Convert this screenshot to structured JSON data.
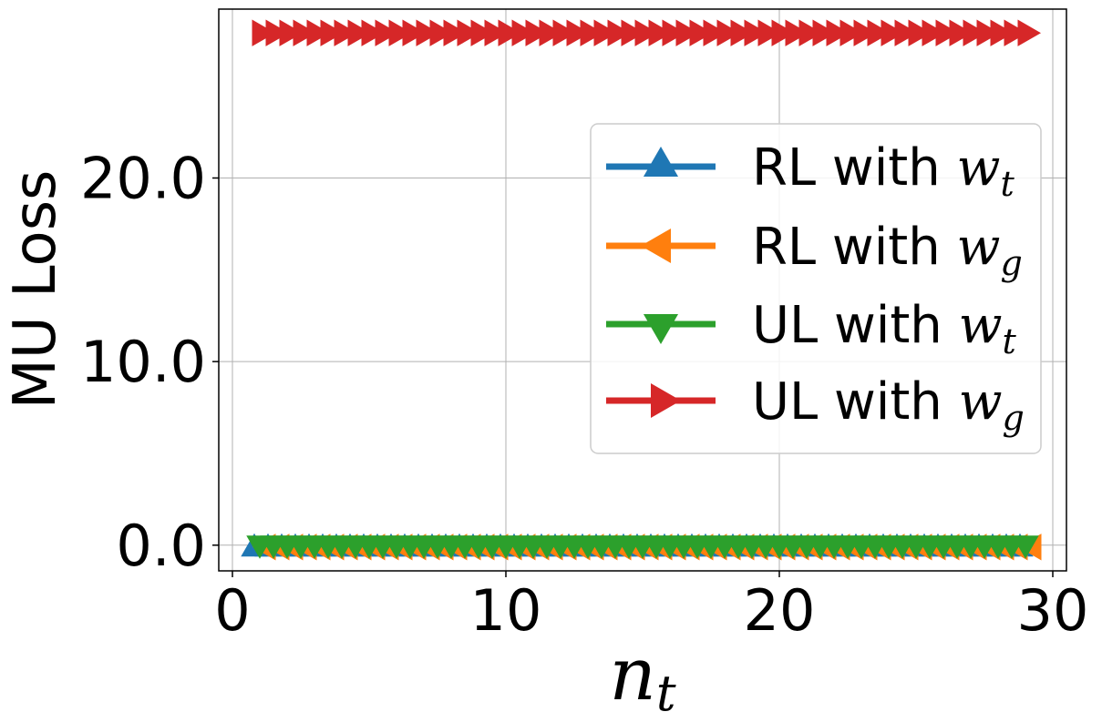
{
  "chart_data": {
    "type": "line",
    "title": "",
    "xlabel_base": "n",
    "xlabel_sub": "t",
    "ylabel": "MU Loss",
    "xlim": [
      -0.5,
      30.5
    ],
    "ylim": [
      -1.4,
      29.2
    ],
    "xticks": [
      0,
      10,
      20,
      30
    ],
    "xtick_labels": [
      "0",
      "10",
      "20",
      "30"
    ],
    "yticks": [
      0,
      10,
      20
    ],
    "ytick_labels": [
      "0.0",
      "10.0",
      "20.0"
    ],
    "grid": true,
    "legend_position": "center-right",
    "x": [
      1,
      2,
      3,
      4,
      5,
      6,
      7,
      8,
      9,
      10,
      11,
      12,
      13,
      14,
      15,
      16,
      17,
      18,
      19,
      20,
      21,
      22,
      23,
      24,
      25,
      26,
      27,
      28,
      29
    ],
    "series": [
      {
        "name_prefix": "RL with ",
        "name_var": "w",
        "name_sub": "t",
        "color": "#1f77b4",
        "marker": "triangle-up",
        "offset": -0.2,
        "values": [
          -0.2,
          -0.2,
          -0.2,
          -0.2,
          -0.2,
          -0.2,
          -0.2,
          -0.2,
          -0.2,
          -0.2,
          -0.2,
          -0.2,
          -0.2,
          -0.2,
          -0.2,
          -0.2,
          -0.2,
          -0.2,
          -0.2,
          -0.2,
          -0.2,
          -0.2,
          -0.2,
          -0.2,
          -0.2,
          -0.2,
          -0.2,
          -0.2,
          -0.2
        ]
      },
      {
        "name_prefix": "RL with ",
        "name_var": "w",
        "name_sub": "g",
        "color": "#ff7f0e",
        "marker": "triangle-left",
        "offset": 0.3,
        "values": [
          -0.1,
          -0.1,
          -0.1,
          -0.1,
          -0.1,
          -0.1,
          -0.1,
          -0.1,
          -0.1,
          -0.1,
          -0.1,
          -0.1,
          -0.1,
          -0.1,
          -0.1,
          -0.1,
          -0.1,
          -0.1,
          -0.1,
          -0.1,
          -0.1,
          -0.1,
          -0.1,
          -0.1,
          -0.1,
          -0.1,
          -0.1,
          -0.1,
          -0.1
        ]
      },
      {
        "name_prefix": "UL with ",
        "name_var": "w",
        "name_sub": "t",
        "color": "#2ca02c",
        "marker": "triangle-down",
        "offset": 0.0,
        "values": [
          0.1,
          0.1,
          0.1,
          0.1,
          0.1,
          0.1,
          0.1,
          0.1,
          0.1,
          0.1,
          0.1,
          0.1,
          0.1,
          0.1,
          0.1,
          0.1,
          0.1,
          0.1,
          0.1,
          0.1,
          0.1,
          0.1,
          0.1,
          0.1,
          0.1,
          0.1,
          0.1,
          0.1,
          0.1
        ]
      },
      {
        "name_prefix": "UL with ",
        "name_var": "w",
        "name_sub": "g",
        "color": "#d62728",
        "marker": "triangle-right",
        "offset": 0.0,
        "values": [
          27.9,
          27.9,
          27.9,
          27.9,
          27.9,
          27.9,
          27.9,
          27.9,
          27.9,
          27.9,
          27.9,
          27.9,
          27.9,
          27.9,
          27.9,
          27.9,
          27.9,
          27.9,
          27.9,
          27.9,
          27.9,
          27.9,
          27.9,
          27.9,
          27.9,
          27.9,
          27.9,
          27.9,
          27.9
        ]
      }
    ]
  }
}
